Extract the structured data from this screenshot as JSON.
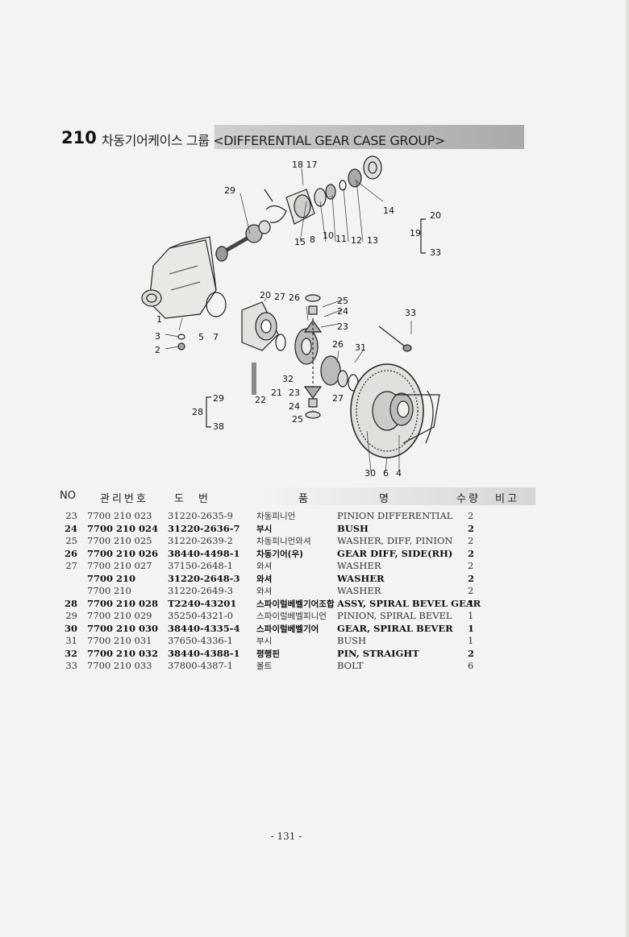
{
  "header": {
    "section_number": "210",
    "title": "차동기어케이스 그룹 <DIFFERENTIAL GEAR CASE GROUP>"
  },
  "diagram": {
    "callouts": {
      "c18_17": "18 17",
      "c29a": "29",
      "c14": "14",
      "c20a": "20",
      "c19": "19",
      "c33a": "33",
      "c15": "15",
      "c8": "8",
      "c10": "10",
      "c11": "11",
      "c12": "12",
      "c13": "13",
      "c20b": "20",
      "c27a": "27",
      "c26a": "26",
      "c25a": "25",
      "c24a": "24",
      "c33b": "33",
      "c23a": "23",
      "c1": "1",
      "c3": "3",
      "c2": "2",
      "c5": "5",
      "c7": "7",
      "c26b": "26",
      "c31": "31",
      "c32": "32",
      "c21": "21",
      "c23b": "23",
      "c22": "22",
      "c27b": "27",
      "c29b": "29",
      "c28": "28",
      "c38": "38",
      "c24b": "24",
      "c25b": "25",
      "c30": "30",
      "c6": "6",
      "c4": "4"
    }
  },
  "table": {
    "headers": {
      "no": "NO",
      "mgmt": "관리번호",
      "drawing": "도번",
      "item": "품",
      "name": "명",
      "qty": "수량",
      "note": "비고"
    },
    "rows": [
      {
        "no": "23",
        "mgmt": "7700 210 023",
        "drawing": "31220-2635-9",
        "ko": "차동피니언",
        "en": "PINION DIFFERENTIAL",
        "qty": "2",
        "bold": false
      },
      {
        "no": "24",
        "mgmt": "7700 210 024",
        "drawing": "31220-2636-7",
        "ko": "부시",
        "en": "BUSH",
        "qty": "2",
        "bold": true
      },
      {
        "no": "25",
        "mgmt": "7700 210 025",
        "drawing": "31220-2639-2",
        "ko": "차동피니언와셔",
        "en": "WASHER, DIFF, PINION",
        "qty": "2",
        "bold": false
      },
      {
        "no": "26",
        "mgmt": "7700 210 026",
        "drawing": "38440-4498-1",
        "ko": "차동기어(우)",
        "en": "GEAR DIFF, SIDE(RH)",
        "qty": "2",
        "bold": true
      },
      {
        "no": "27",
        "mgmt": "7700 210 027",
        "drawing": "37150-2648-1",
        "ko": "와셔",
        "en": "WASHER",
        "qty": "2",
        "bold": false
      },
      {
        "no": "",
        "mgmt": "7700 210",
        "drawing": "31220-2648-3",
        "ko": "와셔",
        "en": "WASHER",
        "qty": "2",
        "bold": true
      },
      {
        "no": "",
        "mgmt": "7700 210",
        "drawing": "31220-2649-3",
        "ko": "와셔",
        "en": "WASHER",
        "qty": "2",
        "bold": false
      },
      {
        "no": "28",
        "mgmt": "7700 210 028",
        "drawing": "T2240-43201",
        "ko": "스파이럴베벨기어조합",
        "en": "ASSY, SPIRAL BEVEL GEAR",
        "qty": "1",
        "bold": true
      },
      {
        "no": "29",
        "mgmt": "7700 210 029",
        "drawing": "35250-4321-0",
        "ko": "스파이럴베벨피니언",
        "en": "PINION, SPIRAL BEVEL",
        "qty": "1",
        "bold": false
      },
      {
        "no": "30",
        "mgmt": "7700 210 030",
        "drawing": "38440-4335-4",
        "ko": "스파이럴베벨기어",
        "en": "GEAR, SPIRAL BEVER",
        "qty": "1",
        "bold": true
      },
      {
        "no": "31",
        "mgmt": "7700 210 031",
        "drawing": "37650-4336-1",
        "ko": "부시",
        "en": "BUSH",
        "qty": "1",
        "bold": false
      },
      {
        "no": "32",
        "mgmt": "7700 210 032",
        "drawing": "38440-4388-1",
        "ko": "평행핀",
        "en": "PIN, STRAIGHT",
        "qty": "2",
        "bold": true
      },
      {
        "no": "33",
        "mgmt": "7700 210 033",
        "drawing": "37800-4387-1",
        "ko": "볼트",
        "en": "BOLT",
        "qty": "6",
        "bold": false
      }
    ]
  },
  "footer": {
    "page_number": "- 131 -"
  }
}
